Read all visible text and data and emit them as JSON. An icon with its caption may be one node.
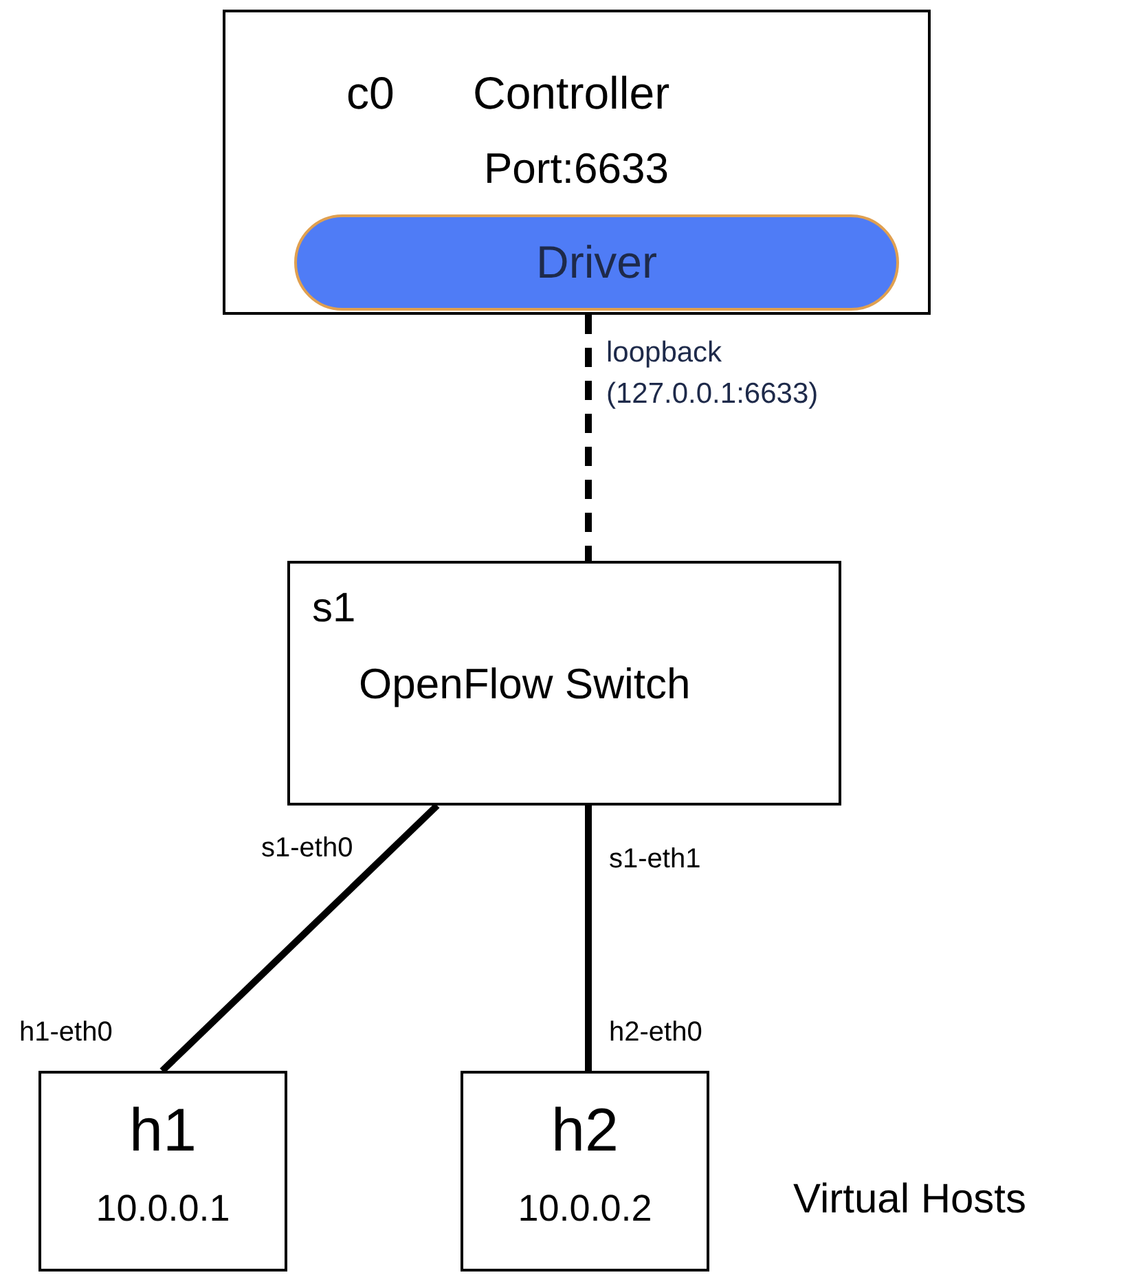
{
  "diagram": {
    "nodes": [
      {
        "text": [
          "c0",
          "Controller",
          "Port:6633"
        ]
      },
      {
        "text": [
          "Driver"
        ],
        "in": 0
      },
      {
        "text": [
          "s1",
          "OpenFlow Switch"
        ]
      },
      {
        "text": [
          "h1",
          "10.0.0.1"
        ]
      },
      {
        "text": [
          "h2",
          "10.0.0.2"
        ]
      }
    ],
    "edges": [
      {
        "from": 0,
        "to": 2,
        "arrow": "none",
        "style": "dashed",
        "label": "loopback (127.0.0.1:6633)"
      },
      {
        "from": 2,
        "to": 3,
        "arrow": "none"
      },
      {
        "from": 2,
        "to": 4,
        "arrow": "none"
      }
    ],
    "labels": [
      "s1-eth0",
      "s1-eth1",
      "h1-eth0",
      "h2-eth0",
      "Virtual Hosts"
    ]
  }
}
